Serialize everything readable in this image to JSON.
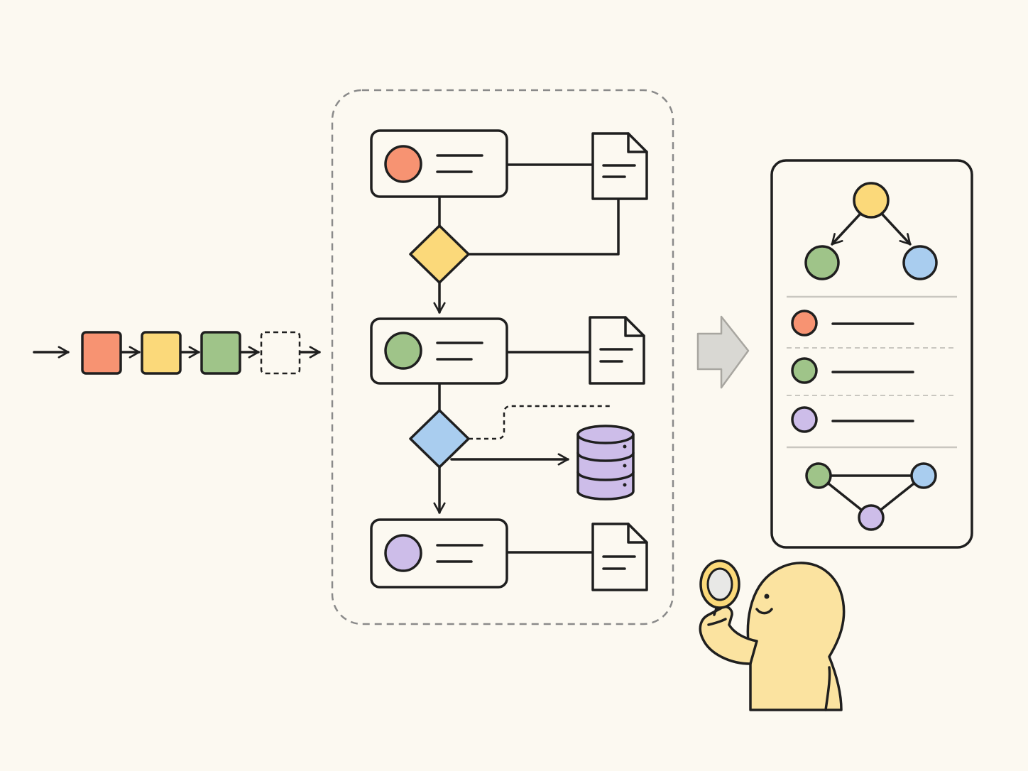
{
  "diagram": {
    "sequence": {
      "items": [
        {
          "name": "sequence-block-orange",
          "color": "#f79372"
        },
        {
          "name": "sequence-block-yellow",
          "color": "#fbd97a"
        },
        {
          "name": "sequence-block-green",
          "color": "#9fc489"
        },
        {
          "name": "sequence-block-empty",
          "color": "none"
        }
      ]
    },
    "flowchart": {
      "steps": [
        {
          "name": "flow-step-1",
          "circle_color": "#f79372"
        },
        {
          "name": "flow-step-2",
          "circle_color": "#9fc489"
        },
        {
          "name": "flow-step-3",
          "circle_color": "#cdbde9"
        }
      ],
      "decisions": [
        {
          "name": "decision-1",
          "color": "#fbd97a"
        },
        {
          "name": "decision-2",
          "color": "#a9cdef"
        }
      ],
      "database_color": "#cdbde9"
    },
    "transform_arrow_color": "#d9d8d3",
    "result_panel": {
      "tree_nodes": [
        "#fbd97a",
        "#9fc489",
        "#a9cdef"
      ],
      "list_items": [
        "#f79372",
        "#9fc489",
        "#cdbde9"
      ],
      "graph_nodes": [
        "#9fc489",
        "#a9cdef",
        "#cdbde9"
      ]
    },
    "character": {
      "icon": "person-with-magnifier-icon",
      "skin_color": "#fbe3a0"
    },
    "colors": {
      "ink": "#1f1f1f",
      "background": "#fcf9f1",
      "dashed_border": "#8a8a8a",
      "divider": "#c9c7c0"
    }
  }
}
